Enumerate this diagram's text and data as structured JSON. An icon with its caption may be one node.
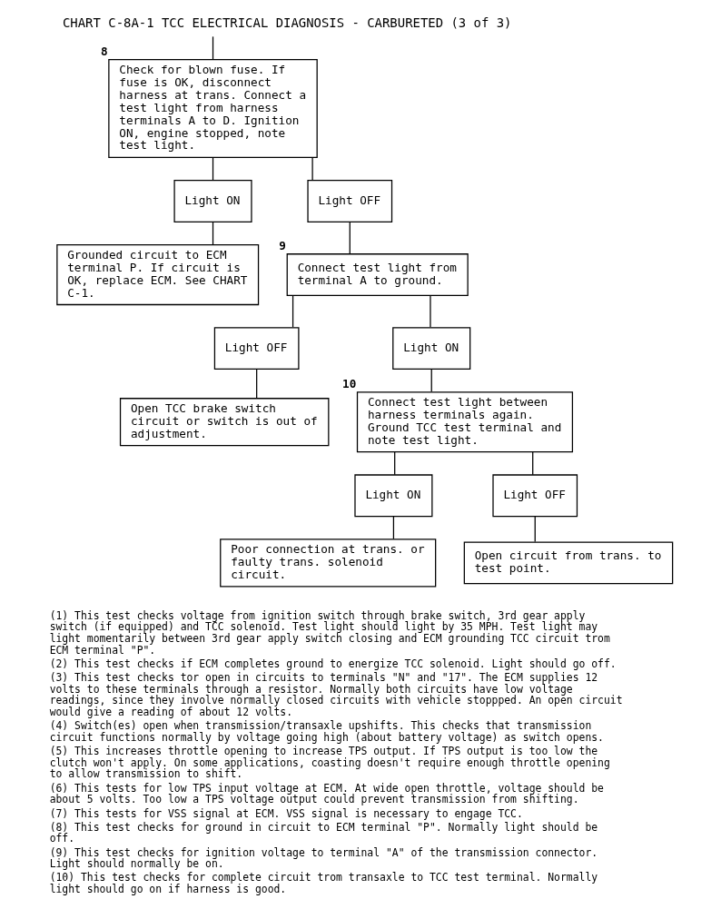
{
  "diagram": {
    "title": "CHART C-8A-1 TCC ELECTRICAL DIAGNOSIS - CARBURETED (3 of 3)",
    "nodes": [
      {
        "text": [
          "Check for blown fuse. If fuse is OK, disconnect harness at trans. Connect a test light from harness terminals A to D. Ignition ON, engine stopped, note test light."
        ],
        "beside": [
          "8"
        ]
      },
      {
        "text": [
          "Light ON"
        ]
      },
      {
        "text": [
          "Light OFF"
        ]
      },
      {
        "text": [
          "Grounded circuit to ECM terminal P. If circuit is OK, replace ECM. See CHART C-1."
        ]
      },
      {
        "text": [
          "Connect test light from terminal A to ground."
        ],
        "beside": [
          "9"
        ]
      },
      {
        "text": [
          "Light OFF"
        ]
      },
      {
        "text": [
          "Light ON"
        ]
      },
      {
        "text": [
          "Open TCC brake switch circuit or switch is out of adjustment."
        ]
      },
      {
        "text": [
          "Connect test light between harness terminals again. Ground TCC test terminal and note test light."
        ],
        "beside": [
          "10"
        ]
      },
      {
        "text": [
          "Light ON"
        ]
      },
      {
        "text": [
          "Light OFF"
        ]
      },
      {
        "text": [
          "Poor connection at trans. or faulty trans. solenoid circuit."
        ]
      },
      {
        "text": [
          "Open circuit from trans. to test point."
        ]
      }
    ],
    "edges": [
      {
        "from": null,
        "to": 0,
        "arrow": "none"
      },
      {
        "from": 0,
        "to": 1,
        "arrow": "none"
      },
      {
        "from": 0,
        "to": 2,
        "arrow": "none"
      },
      {
        "from": 1,
        "to": 3,
        "arrow": "none"
      },
      {
        "from": 2,
        "to": 4,
        "arrow": "none"
      },
      {
        "from": 4,
        "to": 5,
        "arrow": "none"
      },
      {
        "from": 4,
        "to": 6,
        "arrow": "none"
      },
      {
        "from": 5,
        "to": 7,
        "arrow": "none"
      },
      {
        "from": 6,
        "to": 8,
        "arrow": "none"
      },
      {
        "from": 8,
        "to": 9,
        "arrow": "none"
      },
      {
        "from": 8,
        "to": 10,
        "arrow": "none"
      },
      {
        "from": 9,
        "to": 11,
        "arrow": "none"
      },
      {
        "from": 10,
        "to": 12,
        "arrow": "none"
      }
    ],
    "labels": [
      "(1) This test checks voltage from ignition switch through brake switch, 3rd gear apply switch (if equipped) and TCC solenoid. Test light should light by 35 MPH. Test light may light momentarily between 3rd gear apply switch closing and ECM grounding TCC circuit trom ECM terminal \"P\".",
      "(2) This test checks if ECM completes ground to energize TCC solenoid. Light should go off.",
      "(3) This test checks tor open in circuits to terminals \"N\" and \"17\". The ECM supplies 12 volts to these terminals through a resistor. Normally both circuits have low voltage readings, since they involve normally closed circuits with vehicle stoppped. An open circuit would give a reading of about 12 volts.",
      "(4) Switch(es) open when transmission/transaxle upshifts. This checks that transmission circuit functions normally by voltage going high (about battery voltage) as switch opens.",
      "(5) This increases throttle opening to increase TPS output. If TPS output is too low the clutch won't apply. On some applications, coasting doesn't require enough throttle opening to allow transmission to shift.",
      "(6) This tests for low TPS input voltage at ECM. At wide open throttle, voltage should be about 5 volts. Too low a TPS voltage output could prevent transmission from shifting.",
      "(7) This tests for VSS signal at ECM. VSS signal is necessary to engage TCC.",
      "(8) This test checks for ground in circuit to ECM terminal \"P\". Normally light should be off.",
      "(9) This test checks for ignition voltage to terminal \"A\" of the transmission connector. Light should normally be on.",
      "(10) This test checks for complete circuit trom transaxle to TCC test terminal. Normally light should go on if harness is good."
    ]
  }
}
